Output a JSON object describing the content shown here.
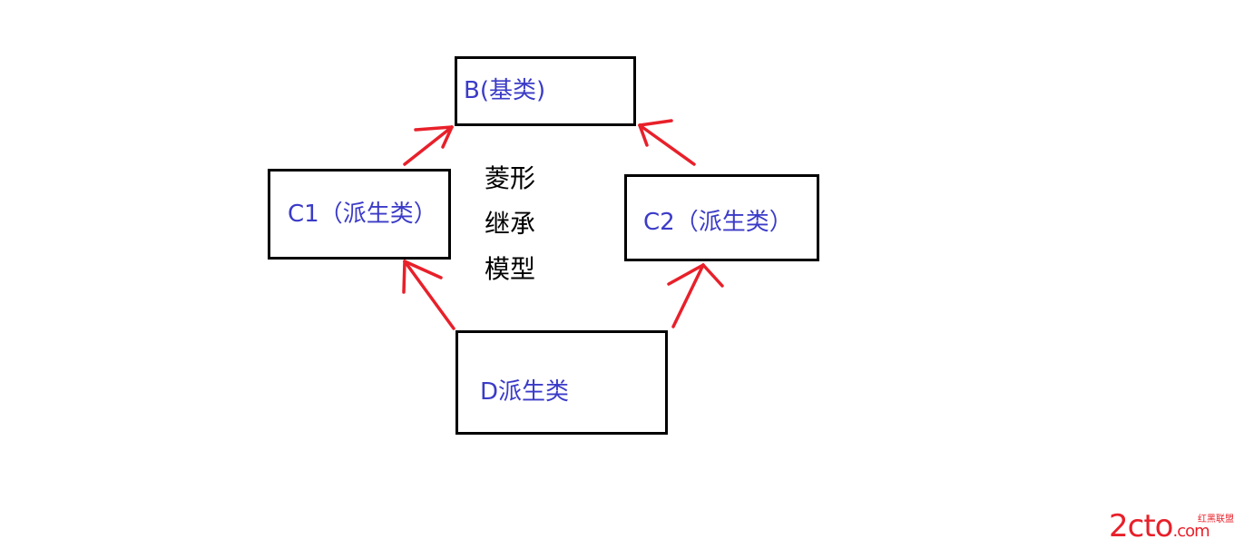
{
  "diagram": {
    "nodes": {
      "base": {
        "label": "B(基类)"
      },
      "derived_c1": {
        "label": "C1（派生类）"
      },
      "derived_c2": {
        "label": "C2（派生类）"
      },
      "derived_d": {
        "label": "D派生类"
      }
    },
    "center_text": [
      "菱形",
      "继承",
      "模型"
    ],
    "edges": [
      {
        "from": "C1（派生类）",
        "to": "B(基类)"
      },
      {
        "from": "C2（派生类）",
        "to": "B(基类)"
      },
      {
        "from": "D派生类",
        "to": "C1（派生类）"
      },
      {
        "from": "D派生类",
        "to": "C2（派生类）"
      }
    ]
  },
  "watermark": {
    "main": "2cto",
    "suffix": ".com",
    "sub": "红黑联盟"
  },
  "colors": {
    "box_border": "#000000",
    "node_label": "#3b3bc8",
    "center_text": "#000000",
    "arrow": "#e8202a",
    "watermark": "#e8202a"
  }
}
